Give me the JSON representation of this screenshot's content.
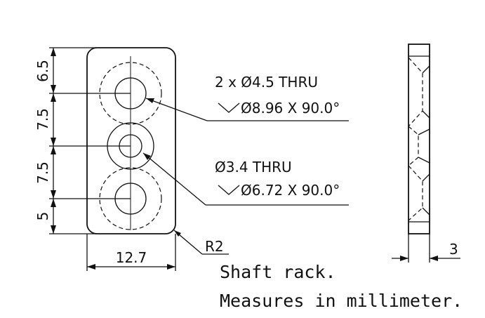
{
  "front_view": {
    "dimensions": {
      "top_offset": "6.5",
      "pitch_1": "7.5",
      "pitch_2": "7.5",
      "bottom_offset": "5",
      "width": "12.7",
      "corner_radius": "R2"
    },
    "callouts": {
      "large_holes": {
        "line1": "2 x Ø4.5 THRU",
        "line2": "Ø8.96 X 90.0°"
      },
      "small_hole": {
        "line1": "Ø3.4 THRU",
        "line2": "Ø6.72 X 90.0°"
      }
    }
  },
  "side_view": {
    "thickness": "3"
  },
  "caption": {
    "line1": "Shaft rack.",
    "line2": "Measures in millimeter."
  }
}
